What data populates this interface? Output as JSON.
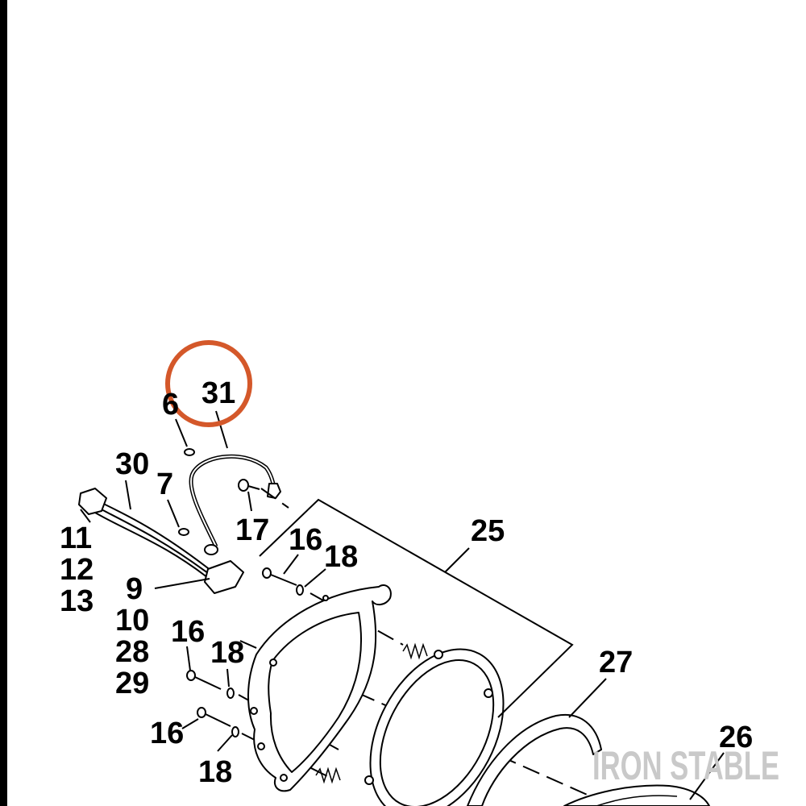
{
  "diagram": {
    "callouts": {
      "c6": "6",
      "c31": "31",
      "c30": "30",
      "c7": "7",
      "c11": "11",
      "c12": "12",
      "c13": "13",
      "c17": "17",
      "c16a": "16",
      "c18a": "18",
      "c25": "25",
      "c9": "9",
      "c10": "10",
      "c28": "28",
      "c29": "29",
      "c16b": "16",
      "c18b": "18",
      "c27": "27",
      "c16c": "16",
      "c18c": "18",
      "c26": "26"
    },
    "highlighted_callout": "31",
    "highlight_color": "#d4582a",
    "watermark": "IRON STABLE",
    "watermark_color": "#c9c9c9",
    "left_bar_color": "#000000"
  }
}
